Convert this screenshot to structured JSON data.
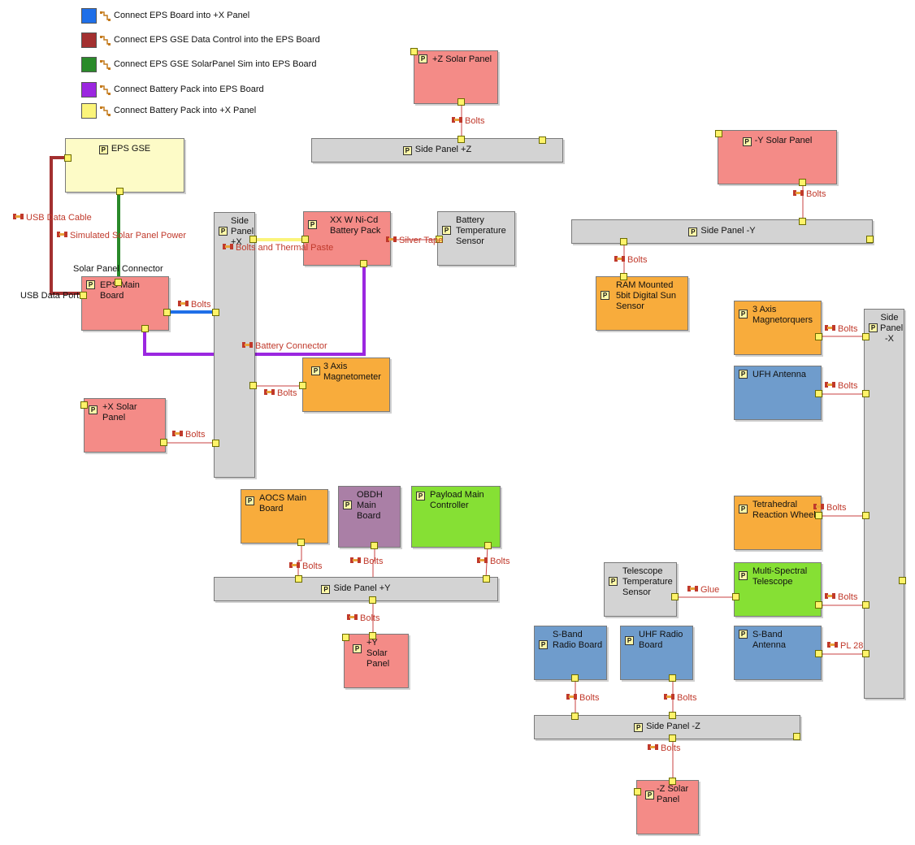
{
  "legend": [
    {
      "label": "Connect EPS Board into +X Panel",
      "color": "#1f6fe8"
    },
    {
      "label": "Connect EPS GSE Data Control into the EPS Board",
      "color": "#a33030"
    },
    {
      "label": "Connect EPS GSE SolarPanel Sim into EPS Board",
      "color": "#2a8a2a"
    },
    {
      "label": "Connect Battery Pack into EPS Board",
      "color": "#9b27e0"
    },
    {
      "label": "Connect Battery Pack into +X Panel",
      "color": "#fbf47a"
    }
  ],
  "colors": {
    "solar_panel": "#f48b87",
    "side_panel": "#d3d3d3",
    "gse": "#fdfbc7",
    "aocs": "#f8ac3c",
    "comms": "#6f9ccc",
    "payload": "#86e034",
    "obdh": "#aa7fa6",
    "sensor_gray": "#d3d3d3",
    "connector_red": "#c0392b",
    "port_yellow": "#fff36a"
  },
  "components": {
    "z_solar_panel": "+Z Solar Panel",
    "side_panel_pz": "Side Panel +Z",
    "eps_gse": "EPS GSE",
    "eps_main_board": "EPS Main Board",
    "side_panel_px": "Side Panel +X",
    "battery_pack": "XX W Ni-Cd Battery Pack",
    "battery_temp_sensor": "Battery Temperature Sensor",
    "magnetometer": "3 Axis Magnetometer",
    "px_solar_panel": "+X Solar Panel",
    "my_solar_panel": "-Y Solar Panel",
    "side_panel_my": "Side Panel -Y",
    "sun_sensor": "RAM Mounted 5bit Digital Sun Sensor",
    "magnetorquers": "3 Axis Magnetorquers",
    "ufh_antenna": "UFH Antenna",
    "side_panel_mx": "Side Panel -X",
    "reaction_wheel": "Tetrahedral Reaction Wheel",
    "telescope_temp_sensor": "Telescope Temperature Sensor",
    "ms_telescope": "Multi-Spectral Telescope",
    "sband_antenna": "S-Band Antenna",
    "aocs_main_board": "AOCS Main Board",
    "obdh_main_board": "OBDH Main Board",
    "payload_controller": "Payload Main Controller",
    "side_panel_py": "Side Panel +Y",
    "py_solar_panel": "+Y Solar Panel",
    "sband_radio": "S-Band Radio Board",
    "uhf_radio": "UHF Radio Board",
    "side_panel_mz": "Side Panel -Z",
    "mz_solar_panel": "-Z Solar Panel"
  },
  "connector_labels": {
    "bolts": "Bolts",
    "usb_data_cable": "USB Data Cable",
    "simulated_solar_power": "Simulated Solar Panel Power",
    "bolts_thermal_paste": "Bolts and Thermal Paste",
    "silver_tape": "Silver Tape",
    "battery_connector": "Battery Connector",
    "glue": "Glue",
    "pl28": "PL 28"
  },
  "port_labels": {
    "solar_panel_connector": "Solar Panel Connector",
    "usb_data_port": "USB Data Port"
  },
  "icon_letter": "P"
}
